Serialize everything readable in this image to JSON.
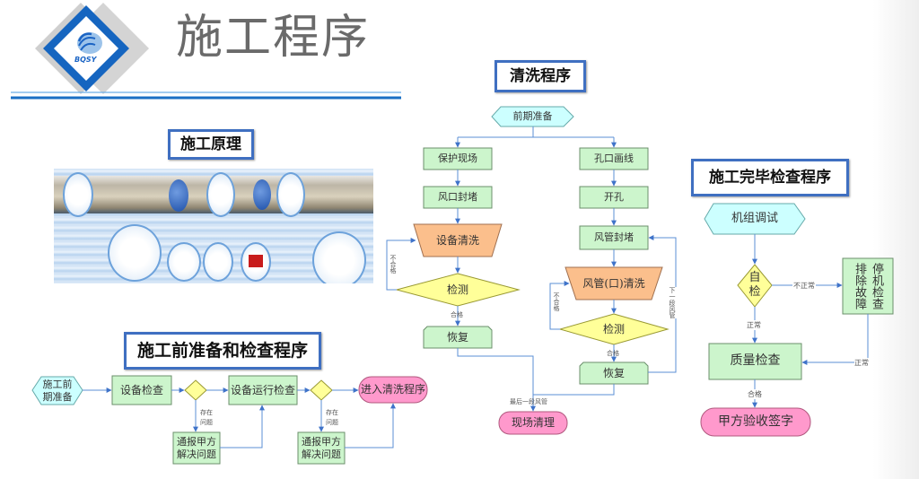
{
  "header": {
    "title": "施工程序",
    "logo_text": "BQSY",
    "colors": {
      "logo_blue": "#1565c0",
      "logo_gray": "#cfcfcf",
      "rule_light": "#6aaee8",
      "rule_dark": "#1a6fc4"
    }
  },
  "colors": {
    "process_fill": "#ccf5cc",
    "process_border": "#6b8f6b",
    "decision_fill": "#ffff99",
    "start_fill": "#ccffff",
    "wash_fill": "#fbbf8c",
    "terminal_fill": "#ff99cc",
    "connector": "#5b8fd6",
    "section_border": "#3f6fc1"
  },
  "principle": {
    "title": "施工原理",
    "image_desc": "duct-cleaning-robot-illustration"
  },
  "prep": {
    "title": "施工前准备和检查程序",
    "start": "施工前期准备",
    "step1": "设备检查",
    "step2": "设备运行检查",
    "end": "进入清洗程序",
    "issue_label": "存在问题",
    "fix1": "通报甲方解决问题",
    "fix2": "通报甲方解决问题"
  },
  "cleaning": {
    "title": "清洗程序",
    "start": "前期准备",
    "left": {
      "step1": "保护现场",
      "step2": "风口封堵",
      "wash": "设备清洗",
      "check": "检测",
      "fail_label": "不合格",
      "pass_label": "合格",
      "restore": "恢复"
    },
    "right": {
      "step1": "孔口画线",
      "step2": "开孔",
      "step3": "风管封堵",
      "wash": "风管(口)清洗",
      "check": "检测",
      "fail_label": "不合格",
      "pass_label": "合格",
      "restore": "恢复",
      "loop_label": "下一段风管"
    },
    "last_label": "最后一段风管",
    "end": "现场清理"
  },
  "completion": {
    "title": "施工完毕检查程序",
    "start": "机组调试",
    "self_check": "自检",
    "abnormal_label": "不正常",
    "troubleshoot_col1": "排除故障",
    "troubleshoot_col2": "停机检查",
    "normal_label": "正常",
    "normal_label2": "正常",
    "quality": "质量检查",
    "pass_label": "合格",
    "end": "甲方验收签字"
  }
}
